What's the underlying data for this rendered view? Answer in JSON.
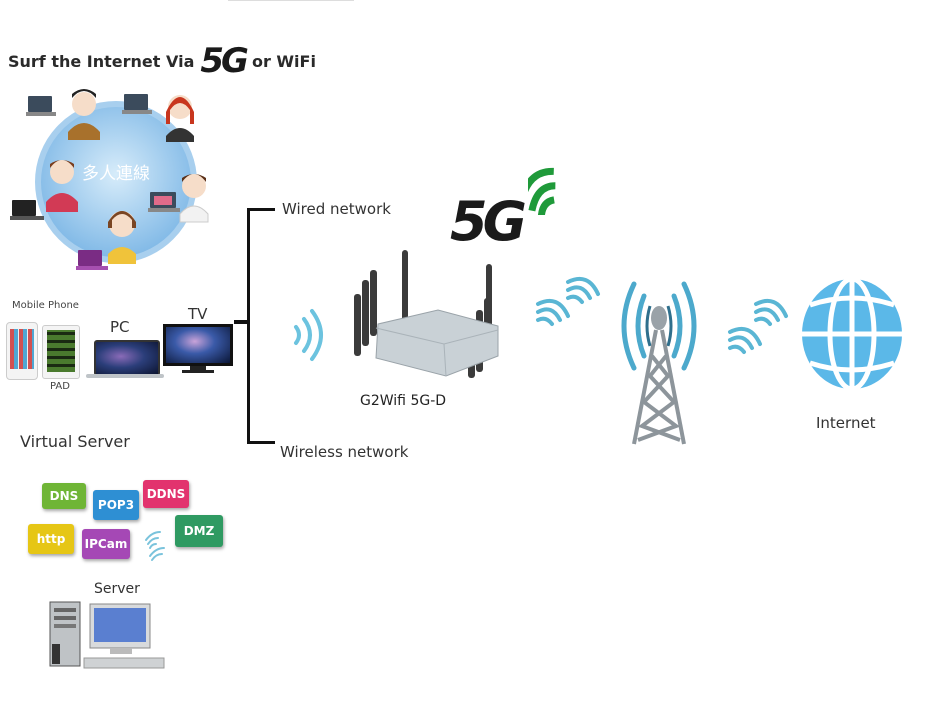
{
  "headline": {
    "prefix": "Surf the Internet Via",
    "badge": "5G",
    "suffix": "or WiFi"
  },
  "multi_user": {
    "center_label": "多人連線",
    "users": 6
  },
  "devices": {
    "mobile_label": "Mobile Phone",
    "pad_label": "PAD",
    "pc_label": "PC",
    "tv_label": "TV"
  },
  "virtual_server": {
    "title": "Virtual Server",
    "tags": [
      {
        "label": "DNS",
        "color": "#6fb536"
      },
      {
        "label": "POP3",
        "color": "#2e8fd3"
      },
      {
        "label": "DDNS",
        "color": "#e2336e"
      },
      {
        "label": "http",
        "color": "#e6c615"
      },
      {
        "label": "IPCam",
        "color": "#a548b5"
      },
      {
        "label": "DMZ",
        "color": "#2f9a62"
      }
    ]
  },
  "server": {
    "label": "Server"
  },
  "network": {
    "wired_label": "Wired network",
    "wireless_label": "Wireless network"
  },
  "router": {
    "name": "G2Wifi 5G-D",
    "logo": "5G"
  },
  "internet": {
    "label": "Internet"
  },
  "colors": {
    "wave": "#4fb3d6",
    "globe": "#5bb8e8",
    "logo_green": "#1f9a3a",
    "text": "#333333"
  }
}
